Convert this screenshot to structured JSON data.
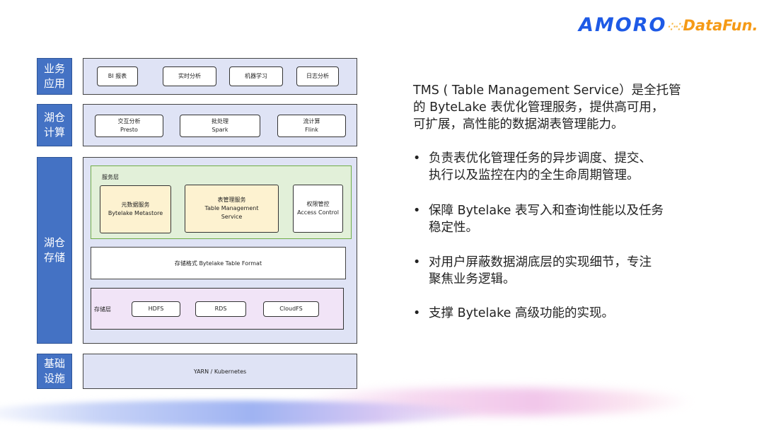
{
  "logos": {
    "amoro": "AMORO",
    "datafun": "DataFun."
  },
  "diagram": {
    "business": {
      "label": "业务应用",
      "items": [
        "BI 报表",
        "实时分析",
        "机器学习",
        "日志分析"
      ]
    },
    "compute": {
      "label": "湖仓计算",
      "items": [
        {
          "cn": "交互分析",
          "en": "Presto"
        },
        {
          "cn": "批处理",
          "en": "Spark"
        },
        {
          "cn": "流计算",
          "en": "Flink"
        }
      ]
    },
    "storage": {
      "label": "湖仓存储",
      "service_layer": {
        "label": "服务层",
        "metastore": {
          "cn": "元数据服务",
          "en": "Bytelake Metastore"
        },
        "tms": {
          "cn": "表管理服务",
          "en1": "Table Management",
          "en2": "Service"
        },
        "access": {
          "cn": "权限管控",
          "en": "Access Control"
        }
      },
      "format": "存储格式 Bytelake Table Format",
      "storage_layer": {
        "label": "存储层",
        "items": [
          "HDFS",
          "RDS",
          "CloudFS"
        ]
      }
    },
    "infra": {
      "label": "基础设施",
      "content": "YARN / Kubernetes"
    }
  },
  "description": {
    "intro": "TMS ( Table Management Service）是全托管的 ByteLake 表优化管理服务，提供高可用，可扩展，高性能的数据湖表管理能力。",
    "intro_lines": [
      "TMS ( Table Management Service）是全托管",
      "的 ByteLake  表优化管理服务，提供高可用，",
      "可扩展，高性能的数据湖表管理能力。"
    ],
    "bullets": [
      [
        "负责表优化管理任务的异步调度、提交、",
        "执行以及监控在内的全生命周期管理。"
      ],
      [
        "保障 Bytelake 表写入和查询性能以及任务",
        "稳定性。"
      ],
      [
        "对用户屏蔽数据湖底层的实现细节，专注",
        "聚焦业务逻辑。"
      ],
      [
        "支撑 Bytelake 高级功能的实现。"
      ]
    ],
    "bullet_symbol": "•"
  }
}
